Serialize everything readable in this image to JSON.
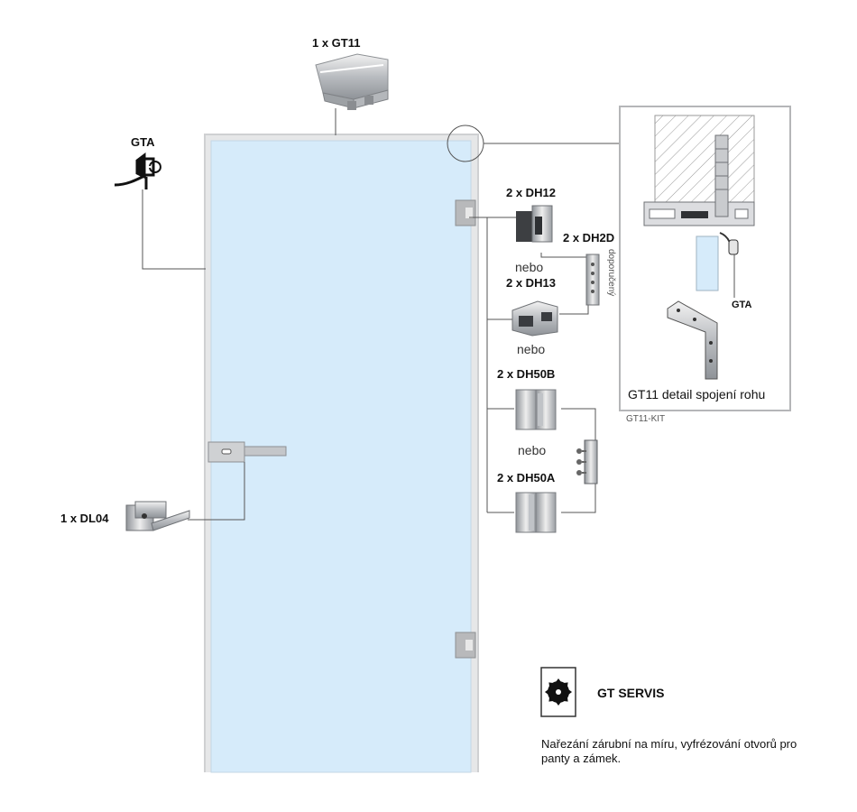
{
  "labels": {
    "gt11_top": "1 x GT11",
    "gta_left": "GTA",
    "dh12": "2 x DH12",
    "dh2d": "2 x DH2D",
    "doporuceny": "doporučený",
    "nebo_1": "nebo",
    "dh13": "2 x DH13",
    "nebo_2": "nebo",
    "dh50b": "2 x DH50B",
    "nebo_3": "nebo",
    "dh50a": "2 x DH50A",
    "dl04": "1 x DL04"
  },
  "detail": {
    "gta_label": "GTA",
    "caption": "GT11 detail spojení rohu",
    "kit_code": "GT11-KIT"
  },
  "servis": {
    "title": "GT SERVIS",
    "text": "Nařezání zárubní na míru, vyfrézování otvorů pro panty a zámek.",
    "icon": "saw-blade-icon"
  },
  "colors": {
    "glass": "#d6ebfa",
    "frame": "#d2d3d5",
    "line": "#555555"
  }
}
